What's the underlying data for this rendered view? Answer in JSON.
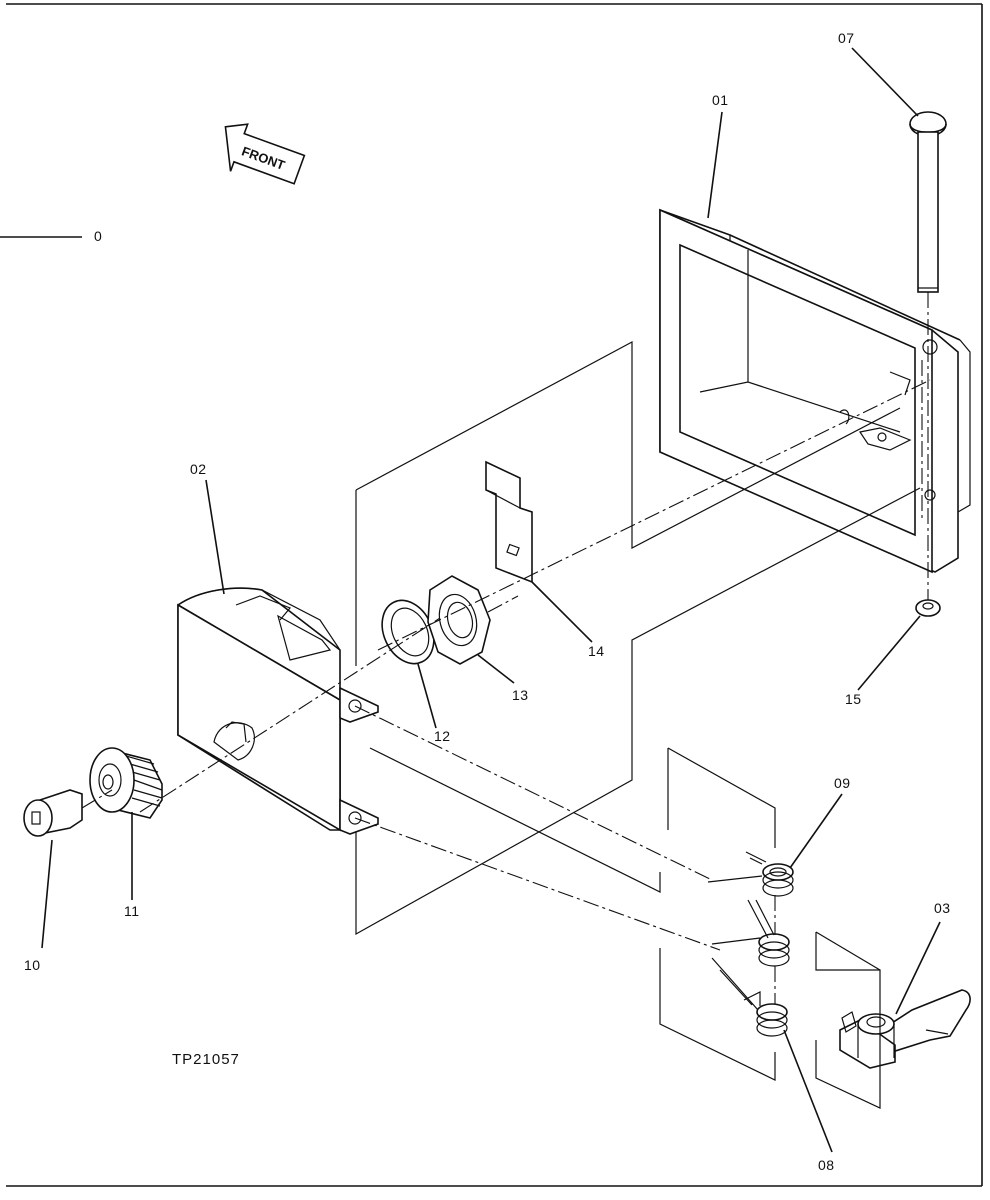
{
  "drawing": {
    "part_number": "TP21057",
    "front_label": "FRONT",
    "group_label": "0"
  },
  "callouts": [
    {
      "id": "01",
      "name": "callout-01"
    },
    {
      "id": "02",
      "name": "callout-02"
    },
    {
      "id": "03",
      "name": "callout-03"
    },
    {
      "id": "07",
      "name": "callout-07"
    },
    {
      "id": "08",
      "name": "callout-08"
    },
    {
      "id": "09",
      "name": "callout-09"
    },
    {
      "id": "10",
      "name": "callout-10"
    },
    {
      "id": "11",
      "name": "callout-11"
    },
    {
      "id": "12",
      "name": "callout-12"
    },
    {
      "id": "13",
      "name": "callout-13"
    },
    {
      "id": "14",
      "name": "callout-14"
    },
    {
      "id": "15",
      "name": "callout-15"
    }
  ]
}
